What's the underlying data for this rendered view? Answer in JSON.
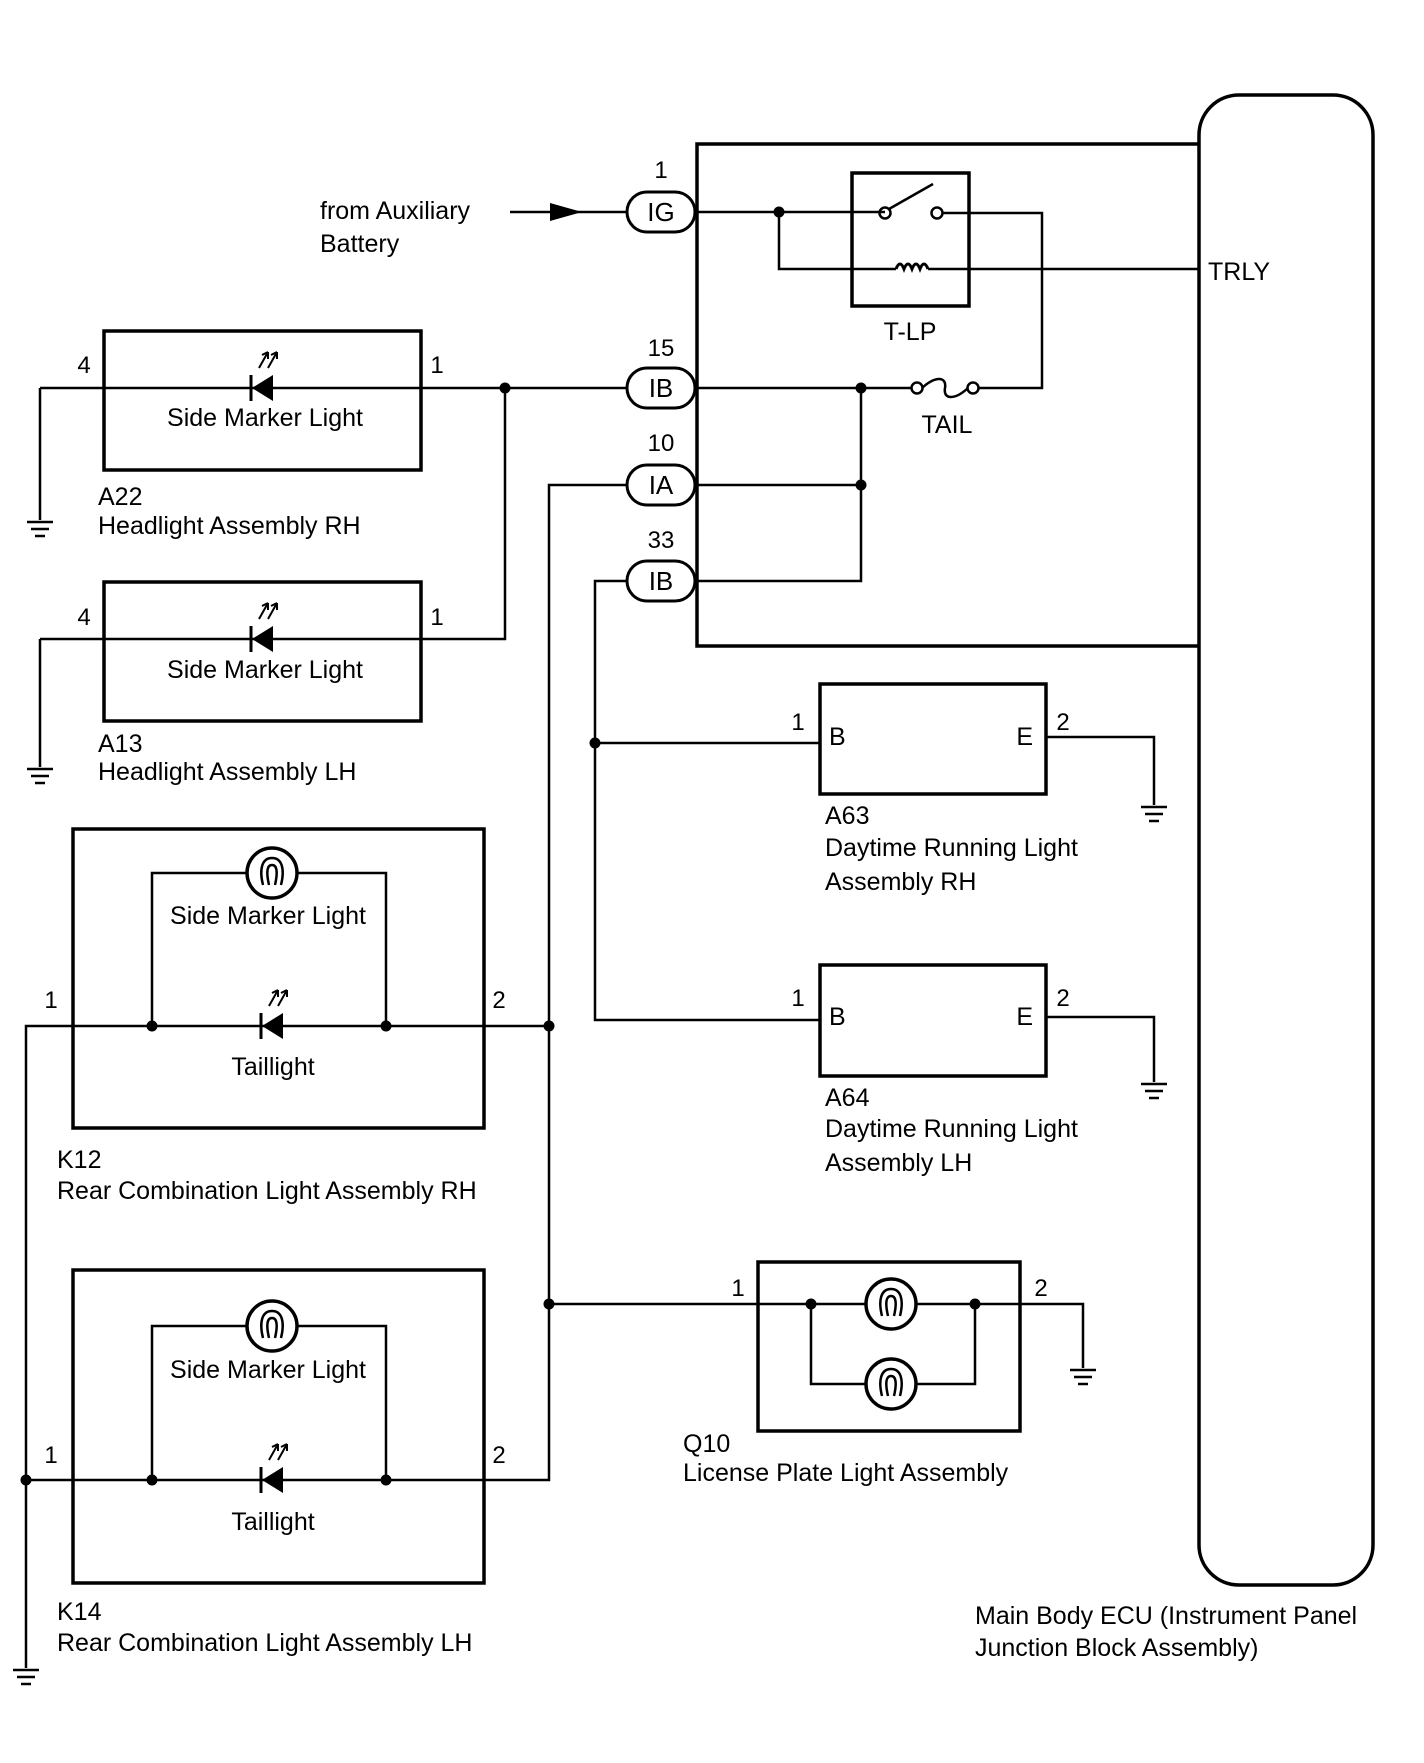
{
  "source_label": [
    "from Auxiliary",
    "Battery"
  ],
  "ecu": {
    "label": [
      "Main Body ECU (Instrument Panel",
      "Junction Block Assembly)"
    ],
    "relay_label": "T-LP",
    "fuse_label": "TAIL",
    "trly_label": "TRLY",
    "terminals": [
      {
        "name": "IG",
        "pin": "1"
      },
      {
        "name": "IB",
        "pin": "15"
      },
      {
        "name": "IA",
        "pin": "10"
      },
      {
        "name": "IB",
        "pin": "33"
      }
    ]
  },
  "components": {
    "a22": {
      "code": "A22",
      "name": "Headlight Assembly RH",
      "lamp": "Side Marker Light",
      "pin_left": "4",
      "pin_right": "1"
    },
    "a13": {
      "code": "A13",
      "name": "Headlight Assembly LH",
      "lamp": "Side Marker Light",
      "pin_left": "4",
      "pin_right": "1"
    },
    "k12": {
      "code": "K12",
      "name": "Rear Combination Light Assembly RH",
      "lamp1": "Side Marker Light",
      "lamp2": "Taillight",
      "pin_left": "1",
      "pin_right": "2"
    },
    "k14": {
      "code": "K14",
      "name": "Rear Combination Light Assembly LH",
      "lamp1": "Side Marker Light",
      "lamp2": "Taillight",
      "pin_left": "1",
      "pin_right": "2"
    },
    "a63": {
      "code": "A63",
      "name": [
        "Daytime Running Light",
        "Assembly RH"
      ],
      "term_b": "B",
      "term_e": "E",
      "pin_left": "1",
      "pin_right": "2"
    },
    "a64": {
      "code": "A64",
      "name": [
        "Daytime Running Light",
        "Assembly LH"
      ],
      "term_b": "B",
      "term_e": "E",
      "pin_left": "1",
      "pin_right": "2"
    },
    "q10": {
      "code": "Q10",
      "name": "License Plate Light Assembly",
      "pin_left": "1",
      "pin_right": "2"
    }
  }
}
